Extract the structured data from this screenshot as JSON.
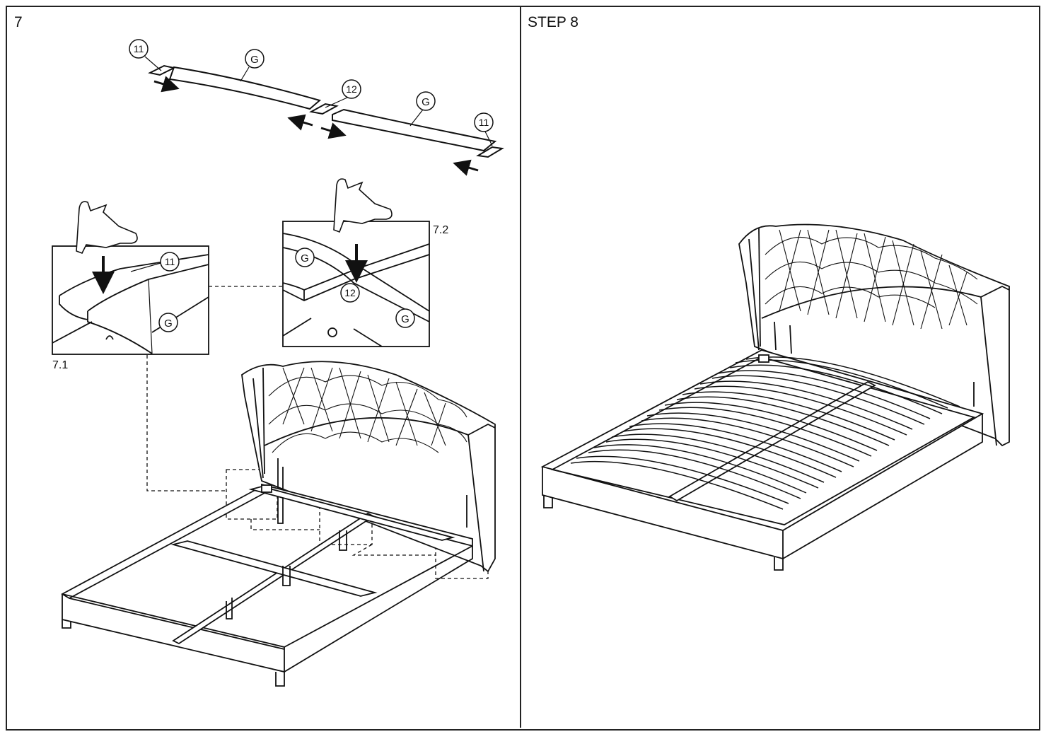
{
  "panels": {
    "left": {
      "title": "7"
    },
    "right": {
      "title": "STEP 8"
    }
  },
  "detail_labels": {
    "detail_a": "7.1",
    "detail_b": "7.2"
  },
  "part_callouts": {
    "part_11": "11",
    "part_12": "12",
    "part_g": "G"
  },
  "icons": [
    "hand-icon",
    "arrow-down-icon",
    "arrow-right-icon",
    "arrow-left-icon"
  ]
}
